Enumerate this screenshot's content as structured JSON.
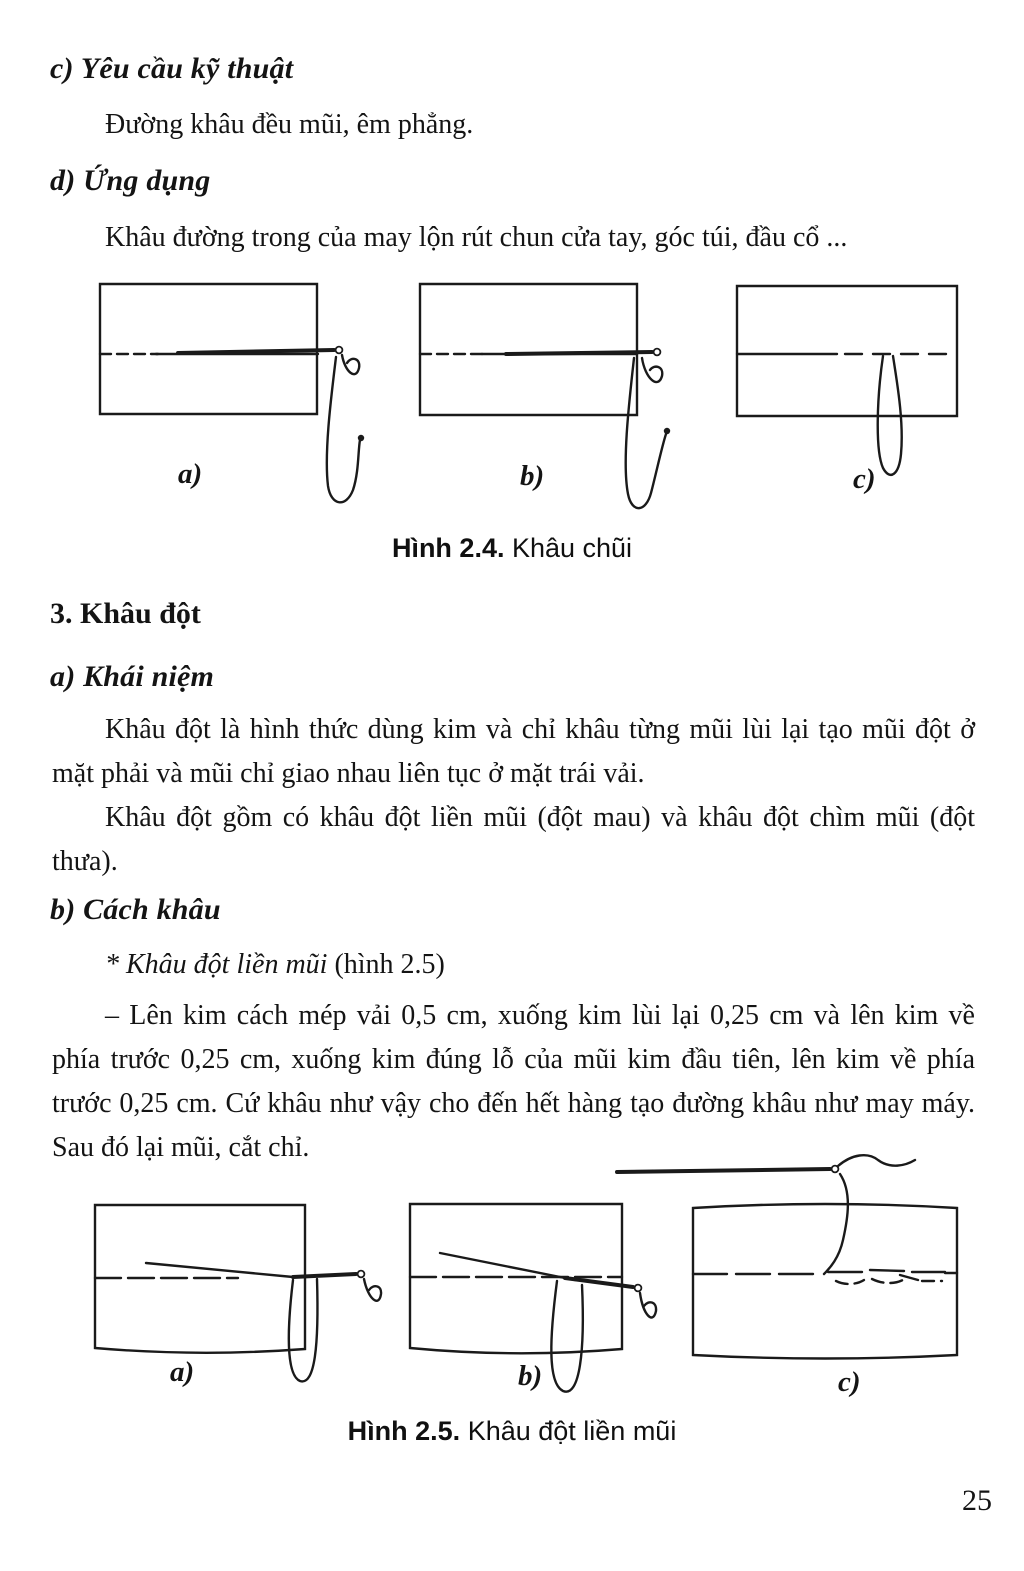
{
  "page": {
    "number": "25"
  },
  "content": {
    "section_c": {
      "heading": "c) Yêu cầu kỹ thuật",
      "body": "Đường khâu đều mũi, êm phẳng."
    },
    "section_d": {
      "heading": "d) Ứng dụng",
      "body": "Khâu đường trong của may lộn rút chun cửa tay, góc túi, đầu cổ ..."
    },
    "figure_2_4": {
      "caption_label": "Hình 2.4.",
      "caption_text": " Khâu chũi",
      "panel_labels": [
        "a)",
        "b)",
        "c)"
      ]
    },
    "section_3": {
      "heading": "3. Khâu đột"
    },
    "section_3a": {
      "heading": "a) Khái niệm",
      "para1": "Khâu đột là hình thức dùng kim và chỉ khâu từng mũi lùi lại tạo mũi đột ở mặt phải và mũi chỉ giao nhau liên tục ở mặt trái vải.",
      "para2": "Khâu đột gồm có khâu đột liền mũi (đột mau) và khâu đột chìm mũi (đột thưa)."
    },
    "section_3b": {
      "heading": "b) Cách khâu",
      "subheading_italic": "* Khâu đột liền mũi",
      "subheading_rest": " (hình  2.5)",
      "para": "– Lên kim cách mép vải 0,5 cm, xuống kim lùi lại 0,25 cm và lên kim về phía trước 0,25 cm, xuống kim đúng lỗ của mũi kim đầu tiên, lên kim về phía trước 0,25 cm. Cứ khâu như vậy cho đến hết hàng tạo đường khâu như may máy. Sau đó lại mũi, cắt chỉ."
    },
    "figure_2_5": {
      "caption_label": "Hình 2.5.",
      "caption_text": " Khâu đột liền mũi",
      "panel_labels": [
        "a)",
        "b)",
        "c)"
      ]
    }
  }
}
